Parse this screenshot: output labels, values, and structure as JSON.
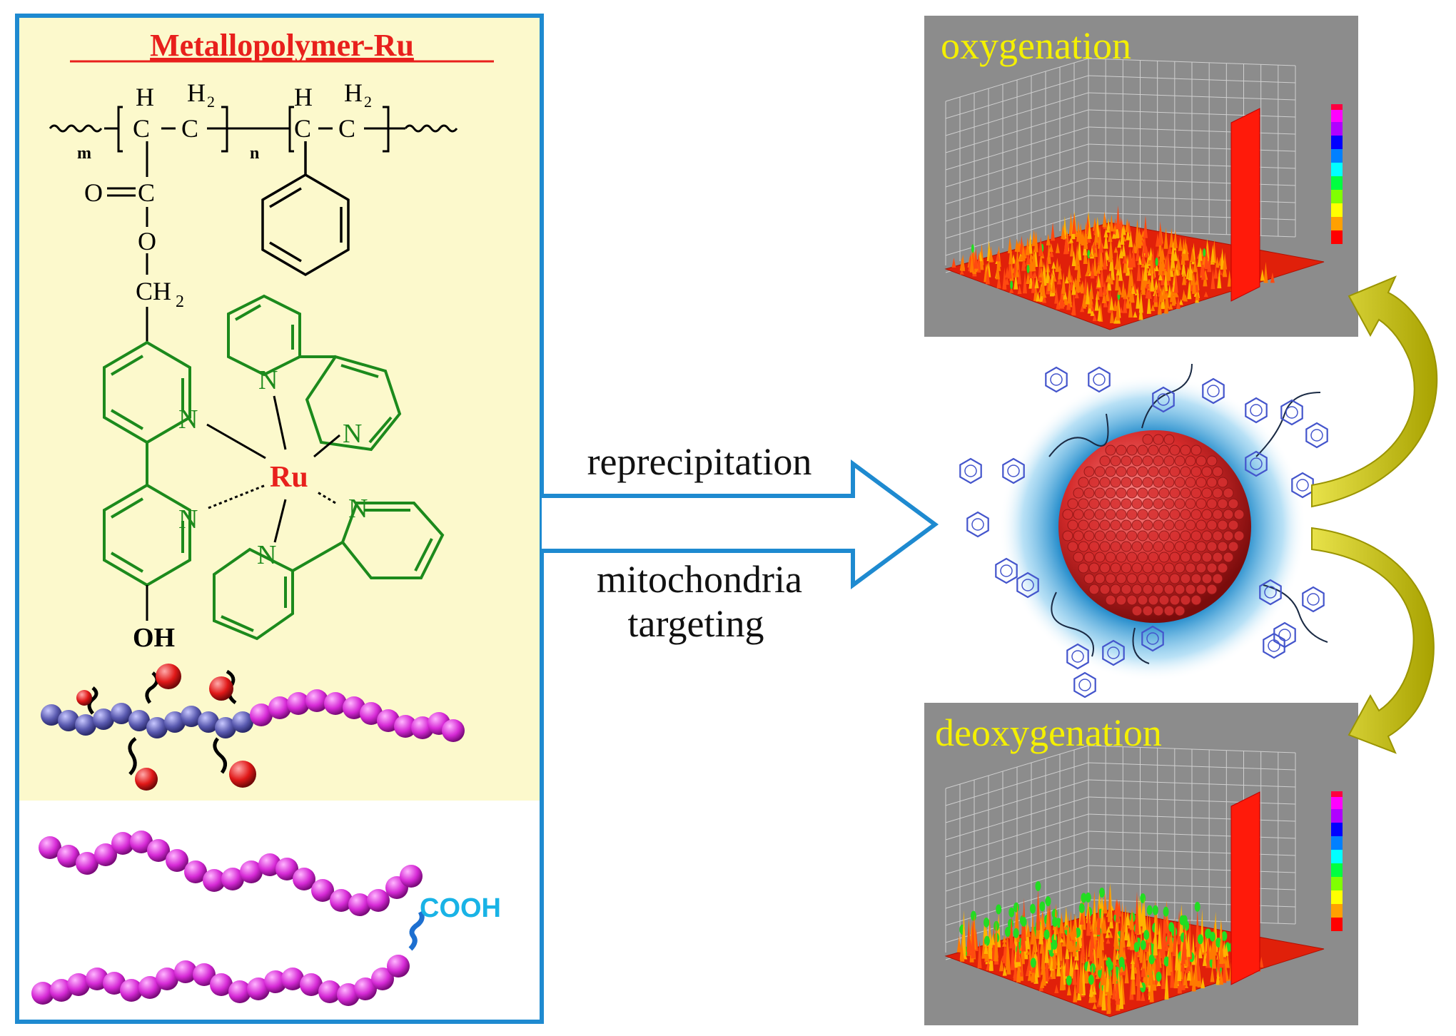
{
  "left_panel": {
    "title": "Metallopolymer-Ru",
    "repeat_m": "m",
    "repeat_n": "n",
    "backbone_h": "H",
    "backbone_h2": "H",
    "backbone_h2_sub": "2",
    "backbone_c": "C",
    "carbonyl_o": "O",
    "carbonyl_c": "C",
    "ester_o": "O",
    "ch2": "CH",
    "ch2_sub": "2",
    "nitrogen": "N",
    "metal": "Ru",
    "hydroxyl": "OH",
    "carboxyl": "COOH"
  },
  "arrow": {
    "label_top": "reprecipitation",
    "label_mid": "mitochondria",
    "label_bot": "targeting"
  },
  "panels": {
    "top_title": "oxygenation",
    "bottom_title": "deoxygenation"
  },
  "colors": {
    "frame_blue": "#1e8ad0",
    "panel_yellow": "#fcf9cc",
    "title_red": "#e8201c",
    "green_structure": "#1c8a1c",
    "ru_red": "#e8201c",
    "cooh_cyan": "#19b3e6",
    "panel_gray": "#8c8c8c",
    "panel_title_yellow": "#f4f000",
    "phenyl_blue": "#4455cc",
    "curved_arrow": "#c8c200"
  }
}
